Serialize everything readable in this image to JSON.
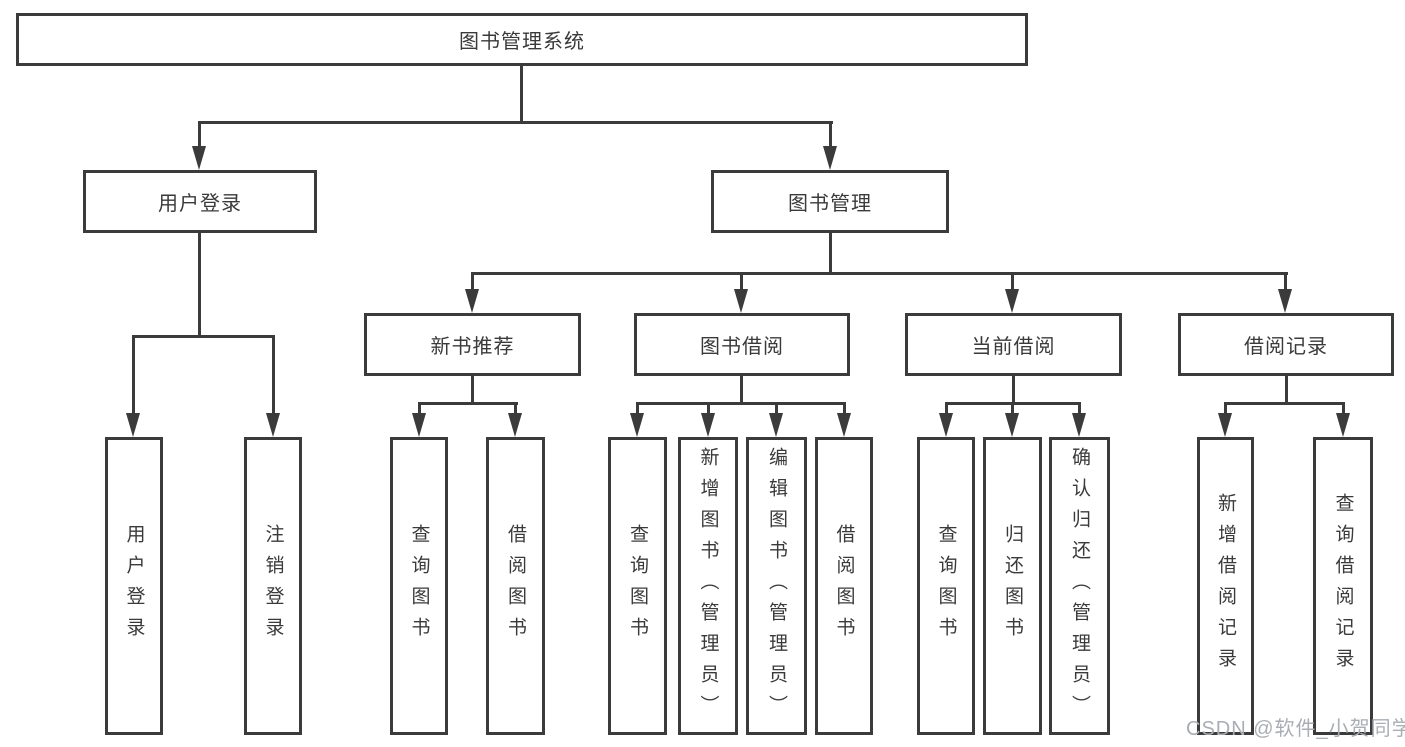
{
  "diagram": {
    "root": {
      "label": "图书管理系统"
    },
    "level2": [
      {
        "label": "用户登录"
      },
      {
        "label": "图书管理"
      }
    ],
    "level3": [
      {
        "label": "新书推荐"
      },
      {
        "label": "图书借阅"
      },
      {
        "label": "当前借阅"
      },
      {
        "label": "借阅记录"
      }
    ],
    "leaves": {
      "user_login": [
        "用户登录",
        "注销登录"
      ],
      "new_book": [
        "查询图书",
        "借阅图书"
      ],
      "borrow": [
        "查询图书",
        "新增图书（管理员）",
        "编辑图书（管理员）",
        "借阅图书"
      ],
      "current": [
        "查询图书",
        "归还图书",
        "确认归还（管理员）"
      ],
      "records": [
        "新增借阅记录",
        "查询借阅记录"
      ]
    }
  },
  "watermark": {
    "text": "CSDN @软件_小贺同学"
  },
  "colors": {
    "line": "#3b3b3b",
    "text": "#3a3a3a",
    "watermark": "#a9aeb4",
    "background": "#ffffff"
  }
}
